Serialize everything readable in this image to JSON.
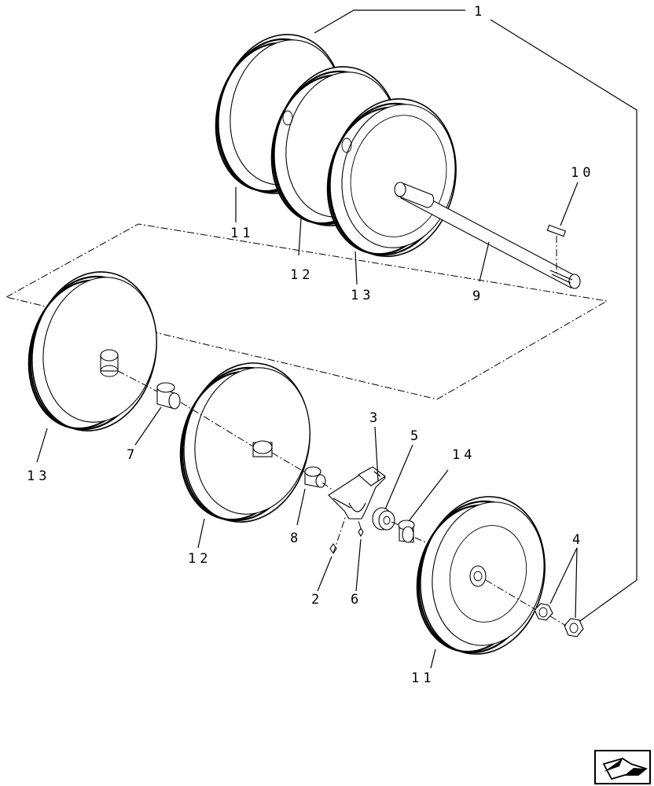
{
  "callouts": [
    {
      "id": "c1",
      "text": "1"
    },
    {
      "id": "c2",
      "text": "2"
    },
    {
      "id": "c3",
      "text": "3"
    },
    {
      "id": "c4",
      "text": "4"
    },
    {
      "id": "c5",
      "text": "5"
    },
    {
      "id": "c6",
      "text": "6"
    },
    {
      "id": "c7",
      "text": "7"
    },
    {
      "id": "c8",
      "text": "8"
    },
    {
      "id": "c9",
      "text": "9"
    },
    {
      "id": "c10",
      "text": "10"
    },
    {
      "id": "c11a",
      "text": "11"
    },
    {
      "id": "c11b",
      "text": "11"
    },
    {
      "id": "c12a",
      "text": "12"
    },
    {
      "id": "c12b",
      "text": "12"
    },
    {
      "id": "c13a",
      "text": "13"
    },
    {
      "id": "c13b",
      "text": "13"
    },
    {
      "id": "c14",
      "text": "14"
    }
  ],
  "nav_icon": "back-arrow-icon"
}
